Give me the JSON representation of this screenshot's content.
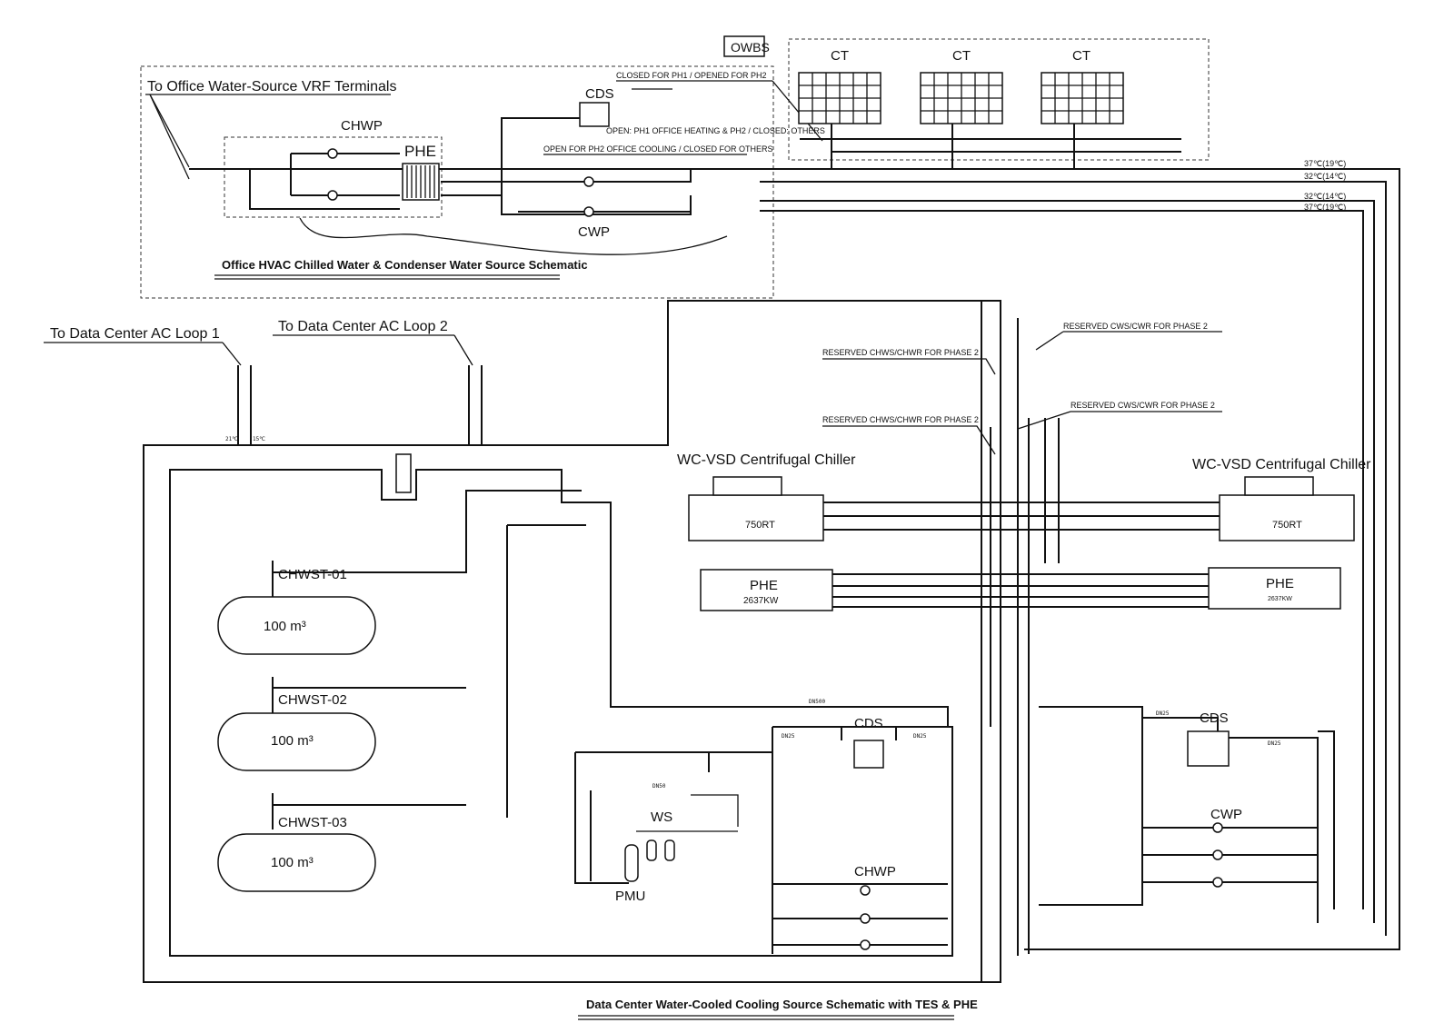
{
  "titles": {
    "office_schematic": "Office HVAC Chilled Water & Condenser Water Source Schematic",
    "datacenter_schematic": "Data Center Water-Cooled Cooling Source Schematic with TES & PHE"
  },
  "labels": {
    "to_office_vrf": "To Office Water-Source VRF Terminals",
    "to_dc_loop1": "To Data Center AC Loop 1",
    "to_dc_loop2": "To Data Center AC Loop 2",
    "owbs": "OWBS",
    "ct": "CT",
    "office_chwp": "CHWP",
    "office_phe": "PHE",
    "office_cds": "CDS",
    "office_cwp": "CWP",
    "closed_ph1": "CLOSED FOR PH1 / OPENED FOR PH2",
    "open_ph1_heating": "OPEN: PH1 OFFICE HEATING & PH2 / CLOSED: OTHERS",
    "open_ph2_cooling": "OPEN FOR PH2 OFFICE COOLING / CLOSED FOR OTHERS",
    "reserved_chws_1": "RESERVED CHWS/CHWR FOR PHASE 2",
    "reserved_chws_2": "RESERVED CHWS/CHWR FOR PHASE 2",
    "reserved_cws_1": "RESERVED CWS/CWR FOR PHASE 2",
    "reserved_cws_2": "RESERVED CWS/CWR FOR PHASE 2",
    "chiller_left": "WC-VSD Centrifugal Chiller",
    "chiller_right": "WC-VSD Centrifugal Chiller",
    "chiller_cap_left": "750RT",
    "chiller_cap_right": "750RT",
    "phe_left": "PHE",
    "phe_left_cap": "2637KW",
    "phe_right": "PHE",
    "phe_right_cap": "2637KW",
    "tank1": "CHWST-01",
    "tank2": "CHWST-02",
    "tank3": "CHWST-03",
    "tank1_vol": "100 m³",
    "tank2_vol": "100 m³",
    "tank3_vol": "100 m³",
    "dc_cds": "CDS",
    "dc_chwp": "CHWP",
    "ws": "WS",
    "pmu": "PMU",
    "right_cds": "CDS",
    "right_cwp": "CWP",
    "dn500": "DN500",
    "dn25_a": "DN25",
    "dn25_b": "DN25",
    "dn25_c": "DN25",
    "dn25_d": "DN25",
    "dn50": "DN50",
    "temp_21": "21℃",
    "temp_15": "15℃",
    "temp_37_19": "37℃(19℃)",
    "temp_32_14": "32℃(14℃)",
    "temp_32_14b": "32℃(14℃)",
    "temp_37_19b": "37℃(19℃)"
  }
}
